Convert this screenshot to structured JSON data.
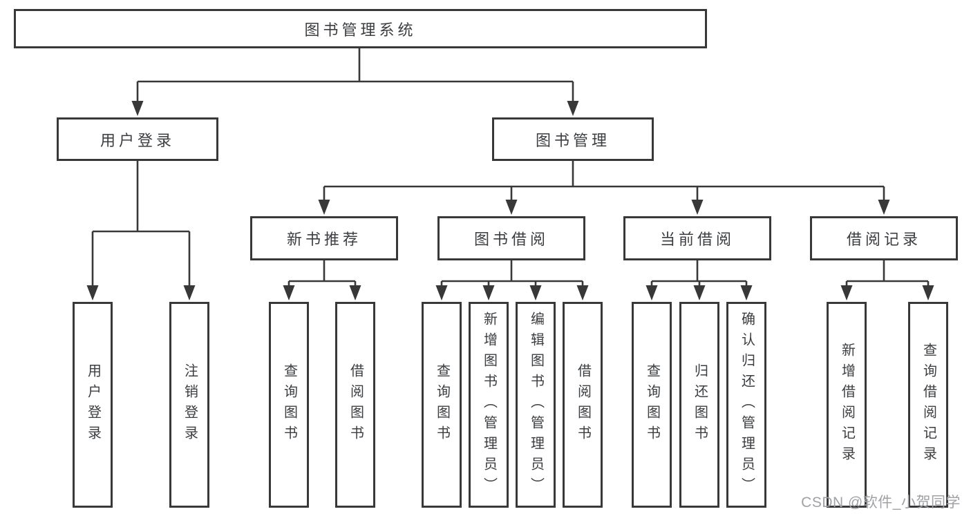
{
  "diagram": {
    "type": "hierarchy-tree",
    "tree": {
      "root": {
        "label": "图书管理系统",
        "children": [
          {
            "label": "用户登录",
            "children": [
              {
                "label": "用户登录"
              },
              {
                "label": "注销登录"
              }
            ]
          },
          {
            "label": "图书管理",
            "children": [
              {
                "label": "新书推荐",
                "children": [
                  {
                    "label": "查询图书"
                  },
                  {
                    "label": "借阅图书"
                  }
                ]
              },
              {
                "label": "图书借阅",
                "children": [
                  {
                    "label": "查询图书"
                  },
                  {
                    "label": "新增图书（管理员）"
                  },
                  {
                    "label": "编辑图书（管理员）"
                  },
                  {
                    "label": "借阅图书"
                  }
                ]
              },
              {
                "label": "当前借阅",
                "children": [
                  {
                    "label": "查询图书"
                  },
                  {
                    "label": "归还图书"
                  },
                  {
                    "label": "确认归还（管理员）"
                  }
                ]
              },
              {
                "label": "借阅记录",
                "children": [
                  {
                    "label": "新增借阅记录"
                  },
                  {
                    "label": "查询借阅记录"
                  }
                ]
              }
            ]
          }
        ]
      }
    }
  },
  "watermark": {
    "text": "CSDN @软件_小贺同学"
  },
  "colors": {
    "line": "#383838",
    "text": "#3b3d40",
    "box_background": "#ffffff",
    "page_background": "#ffffff",
    "watermark": "#9fa1a4"
  }
}
